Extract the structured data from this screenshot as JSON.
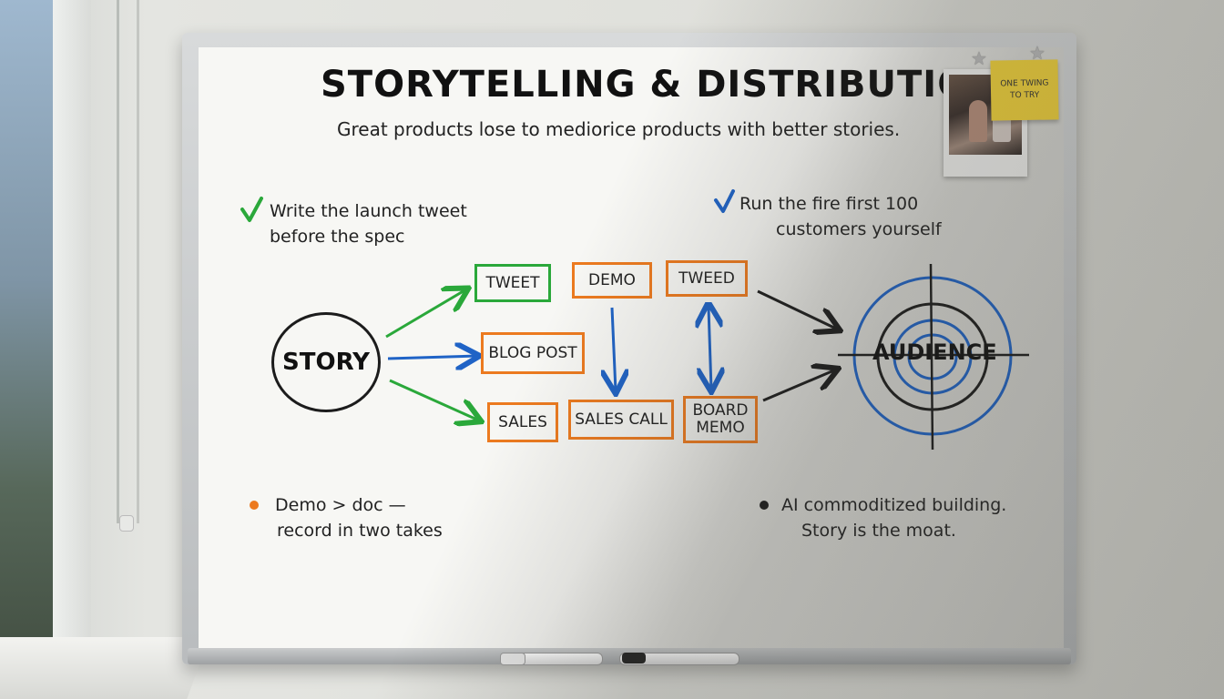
{
  "board": {
    "title": "STORYTELLING & DISTRIBUTION",
    "subtitle": "Great products lose to mediorice products with better stories.",
    "notes": {
      "top_left": [
        "Write the launch tweet",
        "before the spec"
      ],
      "top_right": [
        "Run the fire first 100",
        "customers yourself"
      ],
      "bottom_left": [
        "Demo > doc —",
        "record in two takes"
      ],
      "bottom_right": [
        "AI commoditized building.",
        "Story is the moat."
      ]
    },
    "diagram": {
      "source": "STORY",
      "target": "AUDIENCE",
      "boxes": {
        "tweet": "TWEET",
        "demo": "DEMO",
        "tweed": "TWEED",
        "blog_post": "BLOG POST",
        "sales": "SALES",
        "sales_call": "SALES CALL",
        "board_memo": [
          "BOARD",
          "MEMO"
        ]
      }
    },
    "sticky_note": [
      "ONE TWING",
      "TO TRY"
    ]
  },
  "colors": {
    "green": "#2aa83a",
    "blue": "#1f63c6",
    "orange": "#ec7a1f",
    "black": "#1c1c1c"
  },
  "icons": [
    "check-icon-green",
    "check-icon-blue",
    "bullet-orange",
    "bullet-black",
    "star-magnet-icon"
  ]
}
